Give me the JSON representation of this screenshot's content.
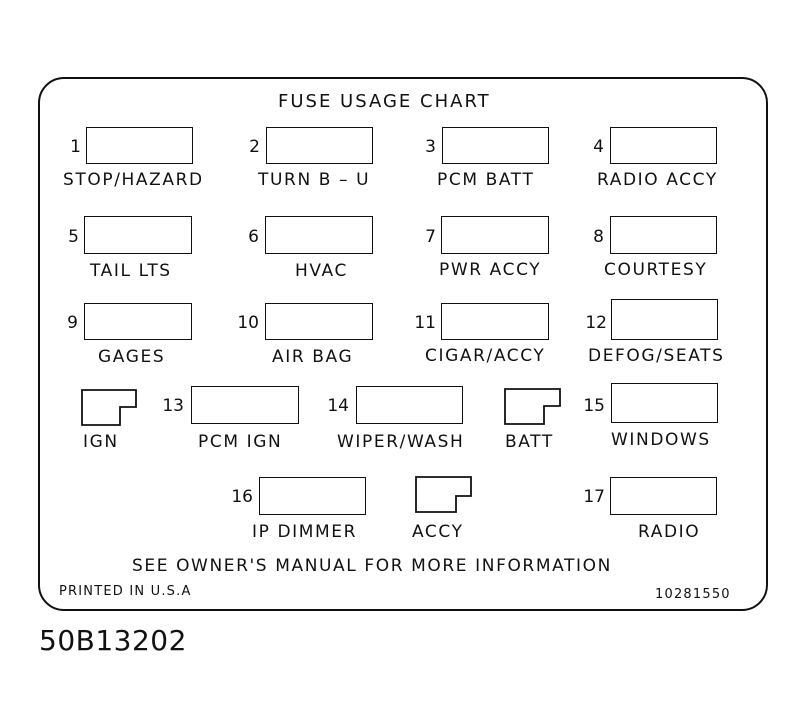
{
  "chart": {
    "title": "FUSE USAGE CHART",
    "footer_note": "SEE OWNER'S MANUAL FOR MORE INFORMATION",
    "printed": "PRINTED IN U.S.A",
    "part_number": "10281550"
  },
  "figure_id": "50B13202",
  "fuses": [
    {
      "num": "1",
      "label": "STOP/HAZARD"
    },
    {
      "num": "2",
      "label": "TURN B – U"
    },
    {
      "num": "3",
      "label": "PCM BATT"
    },
    {
      "num": "4",
      "label": "RADIO ACCY"
    },
    {
      "num": "5",
      "label": "TAIL LTS"
    },
    {
      "num": "6",
      "label": "HVAC"
    },
    {
      "num": "7",
      "label": "PWR ACCY"
    },
    {
      "num": "8",
      "label": "COURTESY"
    },
    {
      "num": "9",
      "label": "GAGES"
    },
    {
      "num": "10",
      "label": "AIR BAG"
    },
    {
      "num": "11",
      "label": "CIGAR/ACCY"
    },
    {
      "num": "12",
      "label": "DEFOG/SEATS"
    },
    {
      "num": "13",
      "label": "PCM IGN"
    },
    {
      "num": "14",
      "label": "WIPER/WASH"
    },
    {
      "num": "15",
      "label": "WINDOWS"
    },
    {
      "num": "16",
      "label": "IP DIMMER"
    },
    {
      "num": "17",
      "label": "RADIO"
    }
  ],
  "breakers": [
    {
      "label": "IGN"
    },
    {
      "label": "BATT"
    },
    {
      "label": "ACCY"
    }
  ]
}
